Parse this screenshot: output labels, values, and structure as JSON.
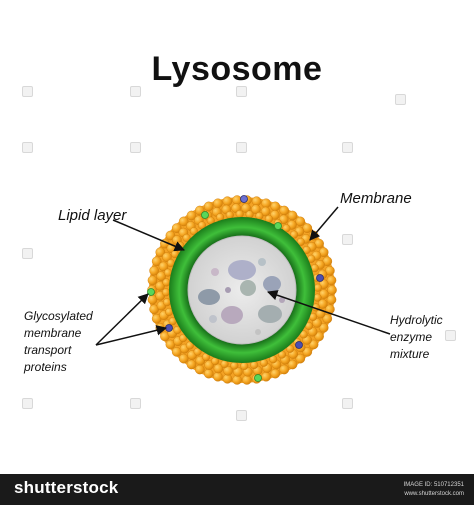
{
  "title": "Lysosome",
  "labels": {
    "membrane": "Membrane",
    "lipid_layer": "Lipid layer",
    "glyco_line1": "Glycosylated",
    "glyco_line2": "membrane",
    "glyco_line3": "transport",
    "glyco_line4": "proteins",
    "hydrolytic_line1": "Hydrolytic",
    "hydrolytic_line2": "enzyme",
    "hydrolytic_line3": "mixture"
  },
  "footer": {
    "logo": "shutterstock",
    "image_id": "IMAGE ID: 510712351",
    "url": "www.shutterstock.com"
  },
  "colors": {
    "lipid_orange": "#f5a623",
    "green_dark": "#1f7a1f",
    "green_light": "#3cb44b",
    "lumen": "#dcdcdc"
  }
}
